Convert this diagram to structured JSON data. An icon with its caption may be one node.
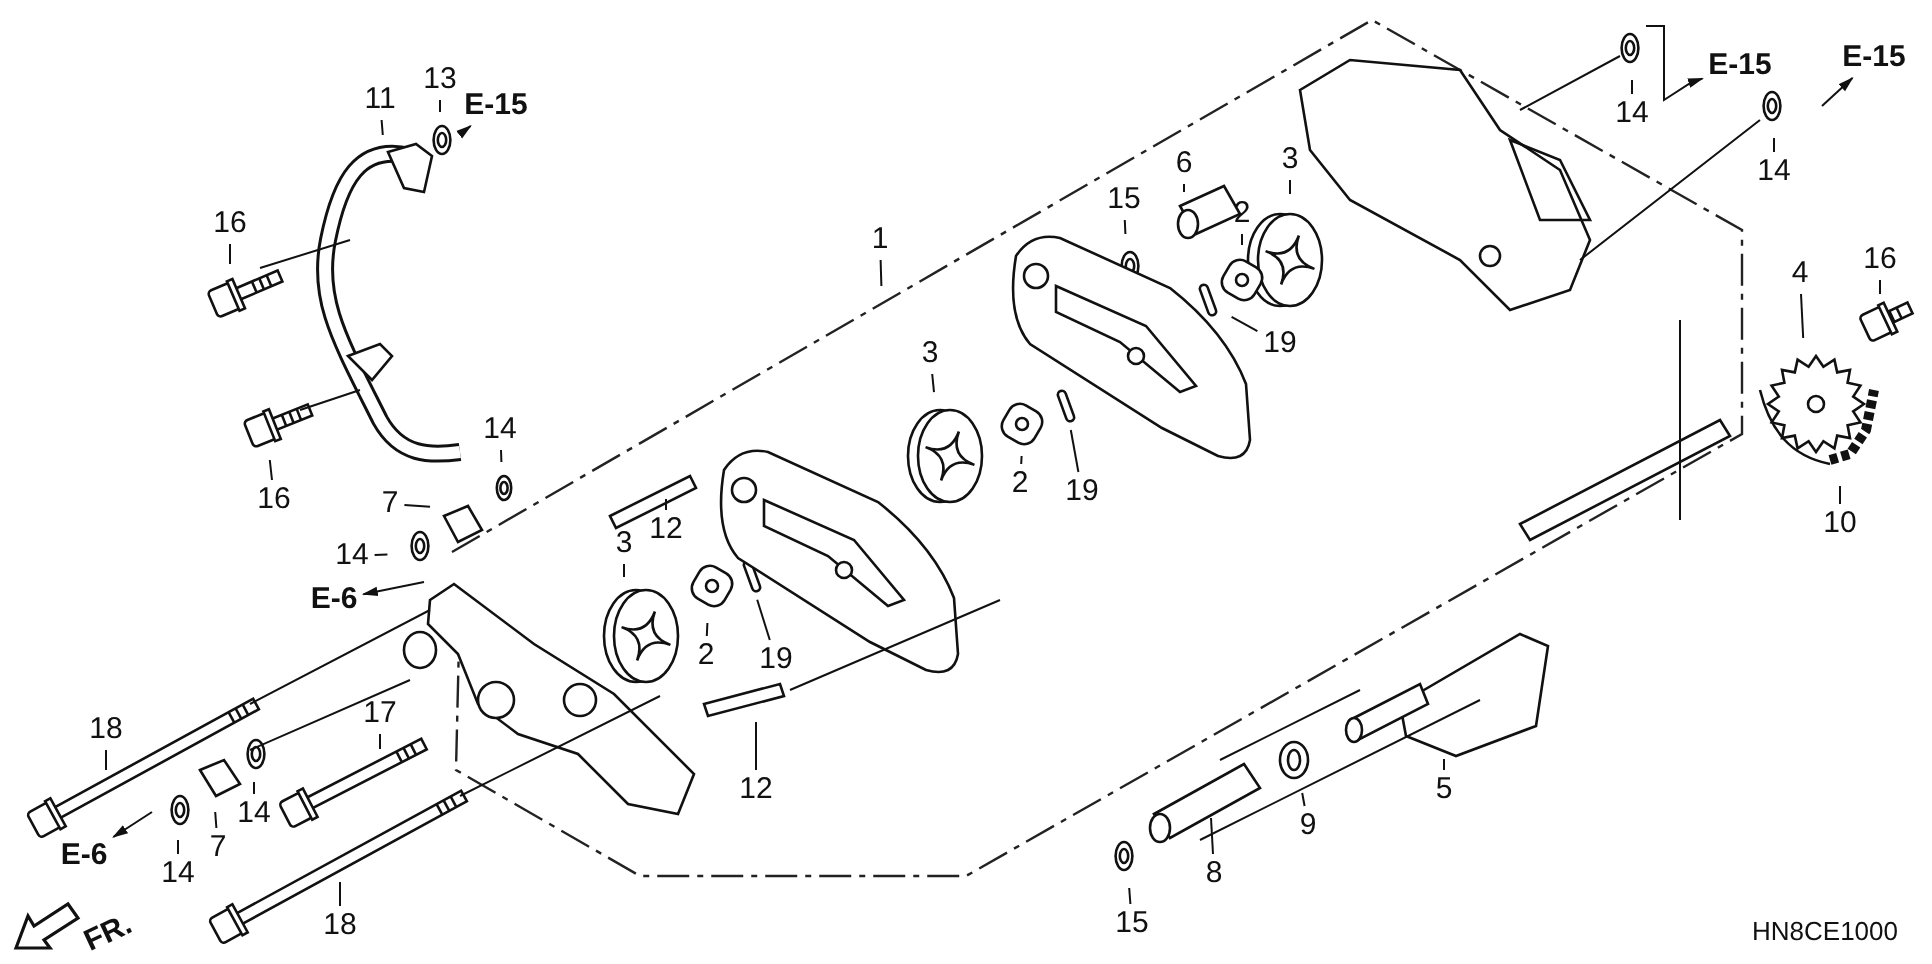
{
  "diagram": {
    "nodes": [
      {
        "text": [
          "E-15"
        ]
      },
      {
        "text": [
          "E-15"
        ]
      },
      {
        "text": [
          "13"
        ]
      },
      {
        "text": [
          "11"
        ]
      },
      {
        "text": [
          "E-15"
        ]
      },
      {
        "text": [
          "14"
        ]
      },
      {
        "text": [
          "6"
        ]
      },
      {
        "text": [
          "3"
        ]
      },
      {
        "text": [
          "14"
        ]
      },
      {
        "text": [
          "15"
        ]
      },
      {
        "text": [
          "2"
        ]
      },
      {
        "text": [
          "16"
        ]
      },
      {
        "text": [
          "1"
        ]
      },
      {
        "text": [
          "16"
        ]
      },
      {
        "text": [
          "4"
        ]
      },
      {
        "text": [
          "19"
        ]
      },
      {
        "text": [
          "3"
        ]
      },
      {
        "text": [
          "14"
        ]
      },
      {
        "text": [
          "19"
        ]
      },
      {
        "text": [
          "2"
        ]
      },
      {
        "text": [
          "16"
        ]
      },
      {
        "text": [
          "7"
        ]
      },
      {
        "text": [
          "12"
        ]
      },
      {
        "text": [
          "10"
        ]
      },
      {
        "text": [
          "3"
        ]
      },
      {
        "text": [
          "14"
        ]
      },
      {
        "text": [
          "E-6"
        ]
      },
      {
        "text": [
          "19"
        ]
      },
      {
        "text": [
          "2"
        ]
      },
      {
        "text": [
          "18"
        ]
      },
      {
        "text": [
          "17"
        ]
      },
      {
        "text": [
          "5"
        ]
      },
      {
        "text": [
          "12"
        ]
      },
      {
        "text": [
          "14"
        ]
      },
      {
        "text": [
          "9"
        ]
      },
      {
        "text": [
          "7"
        ]
      },
      {
        "text": [
          "E-6"
        ]
      },
      {
        "text": [
          "14"
        ]
      },
      {
        "text": [
          "8"
        ]
      },
      {
        "text": [
          "15"
        ]
      },
      {
        "text": [
          "18"
        ]
      }
    ],
    "edges": [
      {
        "from": null,
        "to": 0,
        "arrow": "to"
      },
      {
        "from": null,
        "to": 1,
        "arrow": "to"
      },
      {
        "from": 2,
        "to": null,
        "arrow": "none"
      },
      {
        "from": 3,
        "to": null,
        "arrow": "none"
      },
      {
        "from": null,
        "to": 4,
        "arrow": "to"
      },
      {
        "from": 5,
        "to": null,
        "arrow": "none"
      },
      {
        "from": 6,
        "to": null,
        "arrow": "none"
      },
      {
        "from": 7,
        "to": null,
        "arrow": "none"
      },
      {
        "from": 8,
        "to": null,
        "arrow": "none"
      },
      {
        "from": 9,
        "to": null,
        "arrow": "none"
      },
      {
        "from": 10,
        "to": null,
        "arrow": "none"
      },
      {
        "from": 11,
        "to": null,
        "arrow": "none"
      },
      {
        "from": 12,
        "to": null,
        "arrow": "none"
      },
      {
        "from": 13,
        "to": null,
        "arrow": "none"
      },
      {
        "from": 14,
        "to": null,
        "arrow": "none"
      },
      {
        "from": 15,
        "to": null,
        "arrow": "none"
      },
      {
        "from": 16,
        "to": null,
        "arrow": "none"
      },
      {
        "from": 17,
        "to": null,
        "arrow": "none"
      },
      {
        "from": 18,
        "to": null,
        "arrow": "none"
      },
      {
        "from": 19,
        "to": null,
        "arrow": "none"
      },
      {
        "from": 20,
        "to": null,
        "arrow": "none"
      },
      {
        "from": 21,
        "to": null,
        "arrow": "none"
      },
      {
        "from": 22,
        "to": null,
        "arrow": "none"
      },
      {
        "from": 23,
        "to": null,
        "arrow": "none"
      },
      {
        "from": 24,
        "to": null,
        "arrow": "none"
      },
      {
        "from": 25,
        "to": null,
        "arrow": "none"
      },
      {
        "from": null,
        "to": 26,
        "arrow": "to"
      },
      {
        "from": 27,
        "to": null,
        "arrow": "none"
      },
      {
        "from": 28,
        "to": null,
        "arrow": "none"
      },
      {
        "from": 29,
        "to": null,
        "arrow": "none"
      },
      {
        "from": 30,
        "to": null,
        "arrow": "none"
      },
      {
        "from": 31,
        "to": null,
        "arrow": "none"
      },
      {
        "from": 32,
        "to": null,
        "arrow": "none"
      },
      {
        "from": 33,
        "to": null,
        "arrow": "none"
      },
      {
        "from": 34,
        "to": null,
        "arrow": "none"
      },
      {
        "from": 35,
        "to": null,
        "arrow": "none"
      },
      {
        "from": null,
        "to": 36,
        "arrow": "to"
      },
      {
        "from": 37,
        "to": null,
        "arrow": "none"
      },
      {
        "from": 38,
        "to": null,
        "arrow": "none"
      },
      {
        "from": 39,
        "to": null,
        "arrow": "none"
      },
      {
        "from": 40,
        "to": null,
        "arrow": "none"
      }
    ],
    "labels": [
      "FR.",
      "HN8CE1000"
    ]
  }
}
